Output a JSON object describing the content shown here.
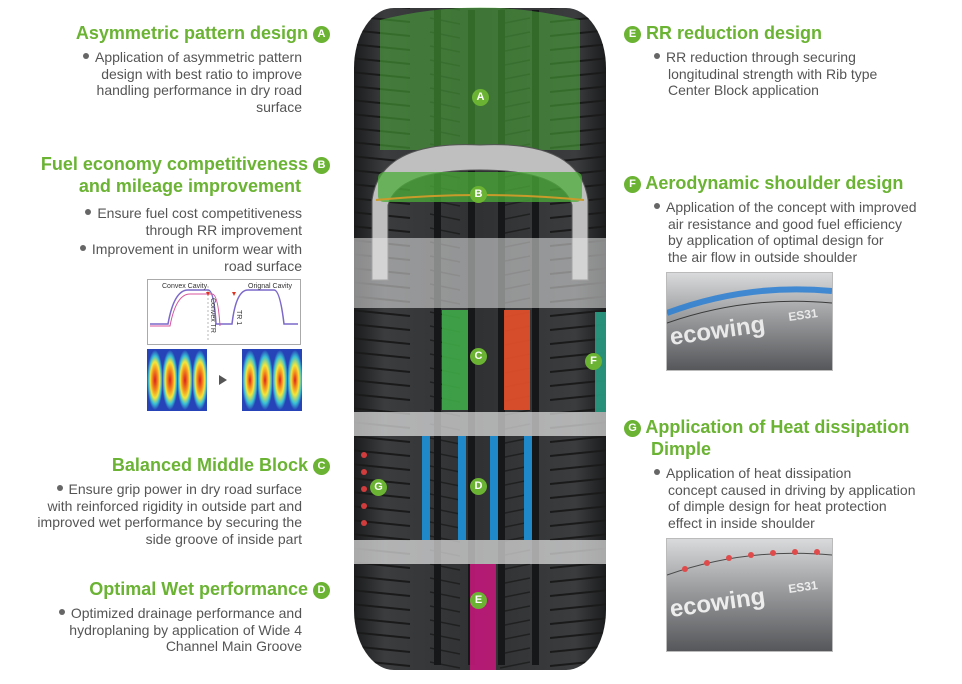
{
  "left": {
    "a": {
      "title": "Asymmetric pattern design",
      "badge": "A",
      "lines": [
        "Application of asymmetric pattern",
        "design with best ratio to improve",
        "handling performance in dry road",
        "surface"
      ]
    },
    "b": {
      "title_line1": "Fuel economy competitiveness",
      "title_line2": "and mileage improvement",
      "badge": "B",
      "bullet1": [
        "Ensure fuel cost competitiveness",
        "through RR improvement"
      ],
      "bullet2": [
        "Improvement in uniform wear with",
        "road surface"
      ],
      "chart": {
        "label_convex": "Convex Cavity",
        "label_original": "Orignal Cavity",
        "label_convex_tr": "Convex TR",
        "label_tr1": "TR 1"
      }
    },
    "c": {
      "title": "Balanced Middle Block",
      "badge": "C",
      "lines": [
        "Ensure grip power in dry road surface",
        "with reinforced rigidity in outside part and",
        "improved wet performance by securing the",
        "side groove of inside part"
      ]
    },
    "d": {
      "title": "Optimal Wet performance",
      "badge": "D",
      "lines": [
        "Optimized drainage performance and",
        "hydroplaning by application of Wide 4",
        "Channel Main Groove"
      ]
    }
  },
  "right": {
    "e": {
      "title": "RR reduction design",
      "badge": "E",
      "lines": [
        "RR reduction through securing",
        "longitudinal strength with Rib type",
        "Center Block application"
      ]
    },
    "f": {
      "title": "Aerodynamic shoulder design",
      "badge": "F",
      "lines": [
        "Application of the concept with improved",
        "air resistance and good fuel efficiency",
        "by application of optimal design for",
        "the air flow in outside shoulder"
      ],
      "photo_brand": "ecowing",
      "photo_model": "ES31"
    },
    "g": {
      "title_line1": "Application of Heat dissipation",
      "title_line2": "Dimple",
      "badge": "G",
      "lines": [
        "Application of heat dissipation",
        "concept caused in driving by application",
        "of dimple design for heat protection",
        "effect in inside shoulder"
      ],
      "photo_brand": "ecowing",
      "photo_model": "ES31"
    }
  },
  "tire_markers": {
    "a": "A",
    "b": "B",
    "c": "C",
    "d": "D",
    "e": "E",
    "f": "F",
    "g": "G"
  },
  "colors": {
    "accent_green": "#6ab333",
    "zone_red": "#e8502a",
    "zone_blue": "#1e88c8",
    "zone_magenta": "#c2187a",
    "tire_dark": "#2b2d2f"
  }
}
